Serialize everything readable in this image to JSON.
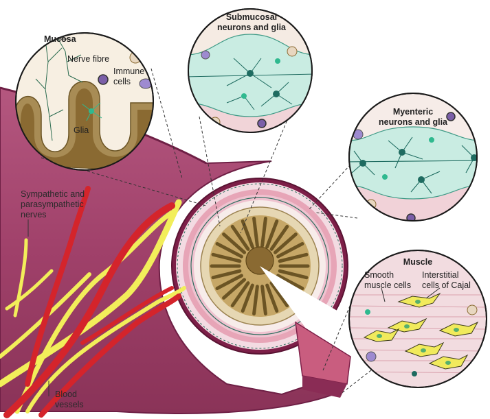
{
  "labels": {
    "mucosa_title": "Mucosa",
    "nerve_fibre": "Nerve fibre",
    "immune_cells": "Immune\ncells",
    "glia": "Glia",
    "submucosal_title": "Submucosal\nneurons and glia",
    "myenteric_title": "Myenteric\nneurons and glia",
    "sympathetic": "Sympathetic and\nparasympathetic\nnerves",
    "muscle_title": "Muscle",
    "smooth_muscle": "Smooth\nmuscle cells",
    "interstitial": "Interstitial\ncells of Cajal",
    "blood_vessels": "Blood\nvessels"
  },
  "colors": {
    "gut_outer": "#a0416a",
    "gut_outer_dark": "#6e1f45",
    "mucosa_gold": "#8a6a32",
    "submucosa": "#f2dfe4",
    "neuron_teal": "#1e6b60",
    "ganglion_mint": "#c9ece2",
    "nerve_yellow": "#f2ee5a",
    "vessel_red": "#d4242b",
    "icc_yellow": "#f1ea5c"
  }
}
